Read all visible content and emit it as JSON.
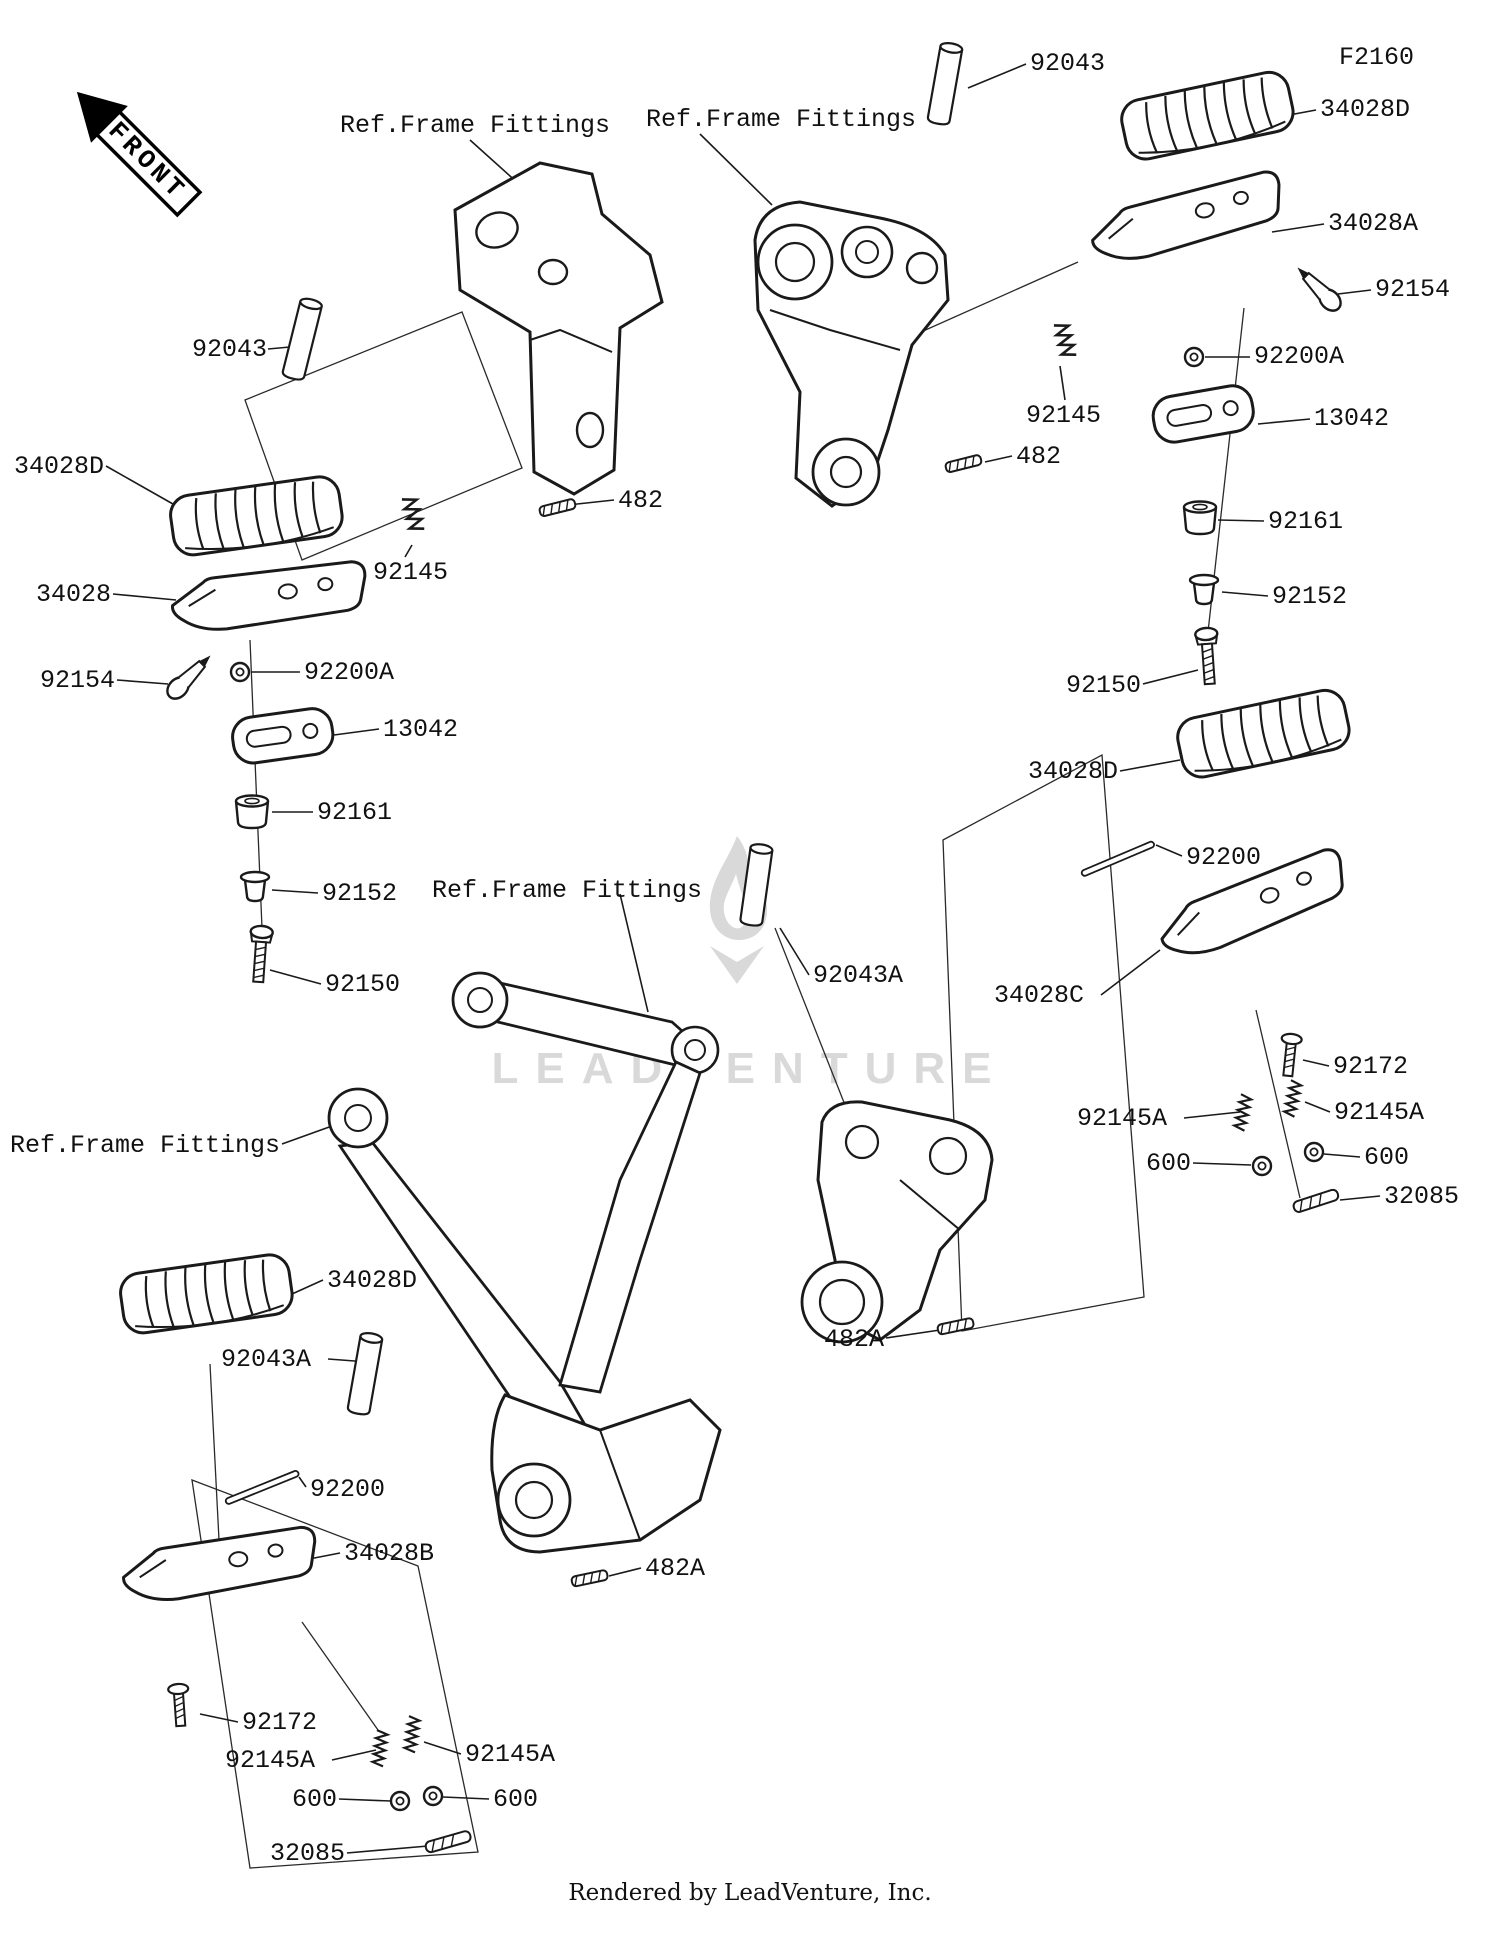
{
  "page": {
    "diagram_code": "F2160",
    "front_label": "FRONT",
    "watermark_text": "LEADVENTURE",
    "footer_credit": "Rendered by LeadVenture, Inc."
  },
  "colors": {
    "line": "#1a1a1a",
    "watermark": "#d9d9d9",
    "background": "#ffffff"
  },
  "labels": [
    {
      "text": "92043"
    },
    {
      "text": "34028D"
    },
    {
      "text": "34028A"
    },
    {
      "text": "92154"
    },
    {
      "text": "92200A"
    },
    {
      "text": "13042"
    },
    {
      "text": "92161"
    },
    {
      "text": "92152"
    },
    {
      "text": "92150"
    },
    {
      "text": "92145"
    },
    {
      "text": "482"
    },
    {
      "text": "Ref.Frame Fittings"
    },
    {
      "text": "Ref.Frame Fittings"
    },
    {
      "text": "92043"
    },
    {
      "text": "34028D"
    },
    {
      "text": "34028"
    },
    {
      "text": "92154"
    },
    {
      "text": "92200A"
    },
    {
      "text": "13042"
    },
    {
      "text": "92161"
    },
    {
      "text": "92152"
    },
    {
      "text": "92150"
    },
    {
      "text": "92145"
    },
    {
      "text": "482"
    },
    {
      "text": "Ref.Frame Fittings"
    },
    {
      "text": "92043A"
    },
    {
      "text": "34028D"
    },
    {
      "text": "92200"
    },
    {
      "text": "34028C"
    },
    {
      "text": "92172"
    },
    {
      "text": "92145A"
    },
    {
      "text": "92145A"
    },
    {
      "text": "600"
    },
    {
      "text": "600"
    },
    {
      "text": "32085"
    },
    {
      "text": "482A"
    },
    {
      "text": "Ref.Frame Fittings"
    },
    {
      "text": "34028D"
    },
    {
      "text": "92043A"
    },
    {
      "text": "92200"
    },
    {
      "text": "34028B"
    },
    {
      "text": "482A"
    },
    {
      "text": "92172"
    },
    {
      "text": "92145A"
    },
    {
      "text": "92145A"
    },
    {
      "text": "600"
    },
    {
      "text": "600"
    },
    {
      "text": "32085"
    }
  ]
}
